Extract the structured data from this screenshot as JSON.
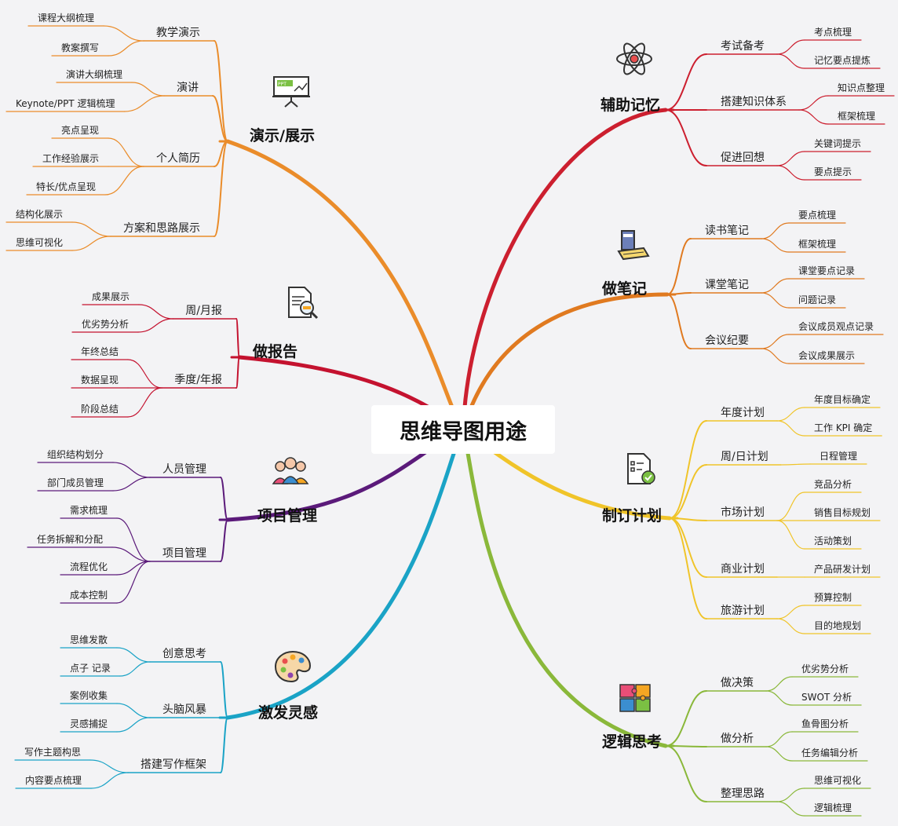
{
  "center": "思维导图用途",
  "branches": [
    {
      "id": "b0",
      "label": "演示/展示",
      "color": "#ea8c2a",
      "icon": "presentation-board-icon",
      "subs": [
        {
          "label": "教学演示",
          "leaves": [
            "课程大纲梳理",
            "教案撰写"
          ]
        },
        {
          "label": "演讲",
          "leaves": [
            "演讲大纲梳理",
            "Keynote/PPT 逻辑梳理"
          ]
        },
        {
          "label": "个人简历",
          "leaves": [
            "亮点呈现",
            "工作经验展示",
            "特长/优点呈现"
          ]
        },
        {
          "label": "方案和思路展示",
          "leaves": [
            "结构化展示",
            "思维可视化"
          ]
        }
      ]
    },
    {
      "id": "b1",
      "label": "做报告",
      "color": "#c4122f",
      "icon": "report-magnifier-icon",
      "subs": [
        {
          "label": "周/月报",
          "leaves": [
            "成果展示",
            "优劣势分析"
          ]
        },
        {
          "label": "季度/年报",
          "leaves": [
            "年终总结",
            "数据呈现",
            "阶段总结"
          ]
        }
      ]
    },
    {
      "id": "b2",
      "label": "项目管理",
      "color": "#5b1a7a",
      "icon": "team-people-icon",
      "subs": [
        {
          "label": "人员管理",
          "leaves": [
            "组织结构划分",
            "部门成员管理"
          ]
        },
        {
          "label": "项目管理",
          "leaves": [
            "需求梳理",
            "任务拆解和分配",
            "流程优化",
            "成本控制"
          ]
        }
      ]
    },
    {
      "id": "b3",
      "label": "激发灵感",
      "color": "#1aa3c6",
      "icon": "paint-palette-icon",
      "subs": [
        {
          "label": "创意思考",
          "leaves": [
            "思维发散",
            "点子 记录"
          ]
        },
        {
          "label": "头脑风暴",
          "leaves": [
            "案例收集",
            "灵感捕捉"
          ]
        },
        {
          "label": "搭建写作框架",
          "leaves": [
            "写作主题构思",
            "内容要点梳理"
          ]
        }
      ]
    },
    {
      "id": "b4",
      "label": "辅助记忆",
      "color": "#cc1f2f",
      "icon": "atom-icon",
      "subs": [
        {
          "label": "考试备考",
          "leaves": [
            "考点梳理",
            "记忆要点提炼"
          ]
        },
        {
          "label": "搭建知识体系",
          "leaves": [
            "知识点整理",
            "框架梳理"
          ]
        },
        {
          "label": "促进回想",
          "leaves": [
            "关键词提示",
            "要点提示"
          ]
        }
      ]
    },
    {
      "id": "b5",
      "label": "做笔记",
      "color": "#e07a20",
      "icon": "notebook-icon",
      "subs": [
        {
          "label": "读书笔记",
          "leaves": [
            "要点梳理",
            "框架梳理"
          ]
        },
        {
          "label": "课堂笔记",
          "leaves": [
            "课堂要点记录",
            "问题记录"
          ]
        },
        {
          "label": "会议纪要",
          "leaves": [
            "会议成员观点记录",
            "会议成果展示"
          ]
        }
      ]
    },
    {
      "id": "b6",
      "label": "制订计划",
      "color": "#f0c429",
      "icon": "checklist-icon",
      "subs": [
        {
          "label": "年度计划",
          "leaves": [
            "年度目标确定",
            "工作 KPI 确定"
          ]
        },
        {
          "label": "周/日计划",
          "leaves": [
            "日程管理"
          ]
        },
        {
          "label": "市场计划",
          "leaves": [
            "竞品分析",
            "销售目标规划",
            "活动策划"
          ]
        },
        {
          "label": "商业计划",
          "leaves": [
            "产品研发计划"
          ]
        },
        {
          "label": "旅游计划",
          "leaves": [
            "预算控制",
            "目的地规划"
          ]
        }
      ]
    },
    {
      "id": "b7",
      "label": "逻辑思考",
      "color": "#8ab83a",
      "icon": "puzzle-pieces-icon",
      "subs": [
        {
          "label": "做决策",
          "leaves": [
            "优劣势分析",
            "SWOT 分析"
          ]
        },
        {
          "label": "做分析",
          "leaves": [
            "鱼骨图分析",
            "任务编辑分析"
          ]
        },
        {
          "label": "整理思路",
          "leaves": [
            "思维可视化",
            "逻辑梳理"
          ]
        }
      ]
    }
  ]
}
